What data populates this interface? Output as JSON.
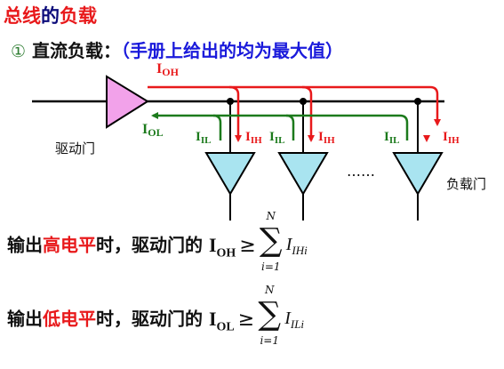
{
  "title": {
    "part1": "总线",
    "part2": "的",
    "part3": "负载"
  },
  "subtitle": {
    "marker": "①",
    "text": "直流负载：",
    "note": "（手册上给出的均为最大值）"
  },
  "labels": {
    "driver_gate": "驱动门",
    "load_gate": "负载门",
    "ellipsis": "……",
    "i_oh": {
      "main": "I",
      "sub": "OH"
    },
    "i_ol": {
      "main": "I",
      "sub": "OL"
    },
    "i_ih": {
      "main": "I",
      "sub": "IH"
    },
    "i_il": {
      "main": "I",
      "sub": "IL"
    }
  },
  "colors": {
    "title_red": "#e8191b",
    "note_blue": "#1a1adb",
    "current_red": "#e8191b",
    "current_green": "#1c7a1c",
    "driver_fill": "#f2a2ea",
    "load_fill": "#a9e4f0"
  },
  "equations": [
    {
      "prefix": "输出",
      "level": "高电平",
      "middle": "时，驱动门的",
      "sym": "I",
      "sym_sub": "OH",
      "relation": "≥",
      "sum_top": "N",
      "sum_bottom": "i=1",
      "term": "I",
      "term_sub": "IHi"
    },
    {
      "prefix": "输出",
      "level": "低电平",
      "middle": "时，驱动门的",
      "sym": "I",
      "sym_sub": "OL",
      "relation": "≥",
      "sum_top": "N",
      "sum_bottom": "i=1",
      "term": "I",
      "term_sub": "ILi"
    }
  ]
}
